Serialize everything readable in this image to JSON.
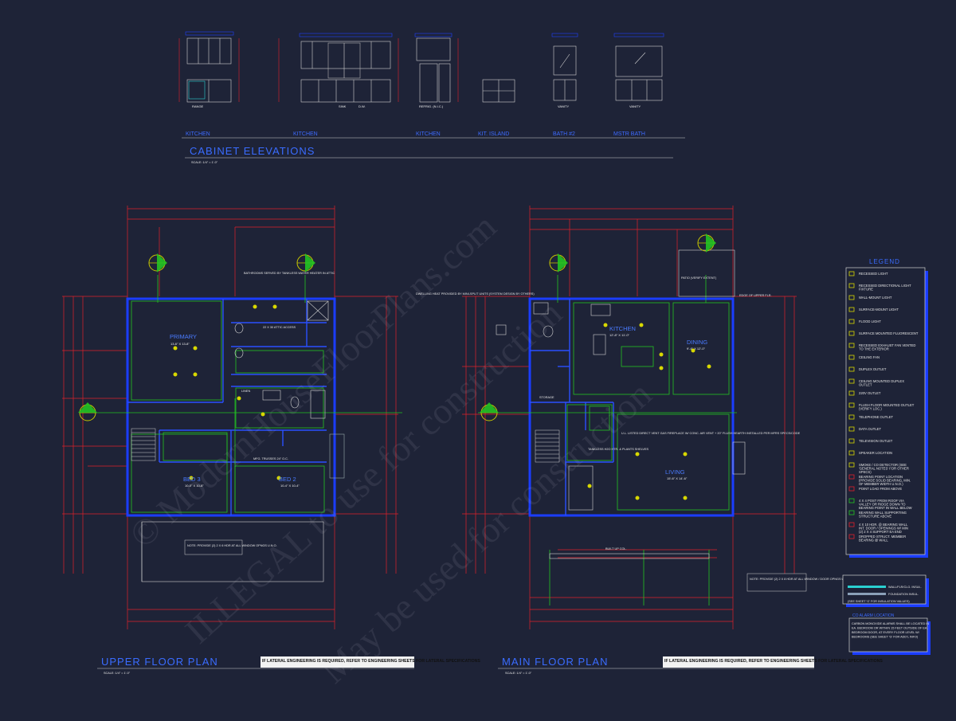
{
  "cabinet": {
    "title": "CABINET ELEVATIONS",
    "scale": "SCALE: 1/4\" = 1'-0\"",
    "labels": [
      "KITCHEN",
      "KITCHEN",
      "KITCHEN",
      "KIT. ISLAND",
      "BATH #2",
      "MSTR BATH"
    ],
    "captions": [
      "RANGE",
      "SINK",
      "D.W.",
      "REFRIG. (N.I.C.)",
      "VANITY",
      "VANITY"
    ]
  },
  "upper_plan": {
    "title": "UPPER FLOOR PLAN",
    "scale": "SCALE: 1/4\" = 1'-0\"",
    "note_lateral": "IF LATERAL ENGINEERING IS REQUIRED, REFER TO ENGINEERING SHEETS FOR LATERAL SPECIFICATIONS",
    "rooms": [
      {
        "name": "PRIMARY",
        "size": "13-6\" X 13-8\""
      },
      {
        "name": "BED 3",
        "size": "10-0\" X 10-8\""
      },
      {
        "name": "BED 2",
        "size": "10-4\" X 10-4\""
      }
    ],
    "annotations": [
      "BATHROOMS SERVED BY TANKLESS WATER HEATER IN ATTIC",
      "22 X 30 ATTIC ACCESS",
      "LINEN",
      "MFG. TRUSSES 24\" O.C.",
      "NOTE: PROVIDE (2) 2 X 6 HDR AT ALL WINDOW OPNGS U.N.O."
    ]
  },
  "main_plan": {
    "title": "MAIN FLOOR PLAN",
    "scale": "SCALE: 1/4\" = 1'-0\"",
    "note_lateral": "IF LATERAL ENGINEERING IS REQUIRED, REFER TO ENGINEERING SHEETS FOR LATERAL SPECIFICATIONS",
    "rooms": [
      {
        "name": "KITCHEN",
        "size": "12'-8\" X 11'-0\""
      },
      {
        "name": "DINING",
        "size": "9'-4\" X 12'-0\""
      },
      {
        "name": "LIVING",
        "size": "15'-6\" X 14'-6\""
      }
    ],
    "annotations": [
      "DWELLING HEAT PROVIDED BY MINI-SPLIT UNITS (SYSTEM DESIGN BY OTHERS)",
      "PATIO (VERIFY EXTENT)",
      "EDGE OF UPPER FLR.",
      "STORAGE",
      "TANKLESS H2O HTR. & PLANTS SHELVES",
      "U.L. LISTED DIRECT VENT GAS FIREPLACE W/ CONC. AIR VENT + 20\" FLUSH HEARTH INSTALLED PER MFRS SPECS/CODE",
      "BUILT UP COL.",
      "NOTE: PROVIDE (2) 2 X 8 HDR AT ALL WINDOW / DOOR OPNGS U.N.O."
    ]
  },
  "legend": {
    "title": "LEGEND",
    "items": [
      "RECESSED LIGHT",
      "RECESSED DIRECTIONAL LIGHT FIXTURE",
      "WALL-MOUNT LIGHT",
      "SURFACE-MOUNT LIGHT",
      "FLOOD LIGHT",
      "SURFACE MOUNTED FLUORESCENT",
      "RECESSED EXHAUST FAN VENTED TO THE EXTERIOR",
      "CEILING FAN",
      "DUPLEX OUTLET",
      "CEILING MOUNTED DUPLEX OUTLET",
      "220V OUTLET",
      "FLUSH FLOOR MOUNTED OUTLET (VERIFY LOC.)",
      "TELEPHONE OUTLET",
      "DATA OUTLET",
      "TELEVISION OUTLET",
      "SPEAKER LOCATION",
      "SMOKE / CO DETECTOR (SEE 'GENERAL NOTES' FOR OTHER SPECS)",
      "BEARING POINT LOCATION (PROVIDE SOLID BEARING, MIN. OF MEMBER WIDTH U.N.O.)",
      "POINT LOAD FROM ABOVE",
      "4 X 4 POST FROM ROOF VIA VALLEY OR RIDGE DOWN TO BEARING POINT IN WALL BELOW (MAX. OF 45' FROM VERT.)",
      "BEARING WALL SUPPORTING STRUCTURE ABOVE",
      "4 X 10 HDR. @ BEARING WALL INT. DOOR / OPENINGS W/ MIN (2) 2 X 4 SUPPORT EA END (U.N.O.)",
      "DROPPED STRUCT. MEMBER BEARING @ WALL"
    ]
  },
  "insulation": {
    "items": [
      "WALL/FLR/CLG. INSUL.",
      "FOUNDATION INSUL."
    ],
    "note": "(SEE SHEET 'G' FOR INSULATION VALUES)"
  },
  "co_note": {
    "title": "CO ALARM LOCATION",
    "text": "CARBON MONOXIDE ALARMS SHALL BE LOCATED IN EA. BEDROOM OR WITHIN 15 FEET OUTSIDE OF EA. BEDROOM DOOR, AT EVERY FLOOR LEVEL W/ BEDROOMS (SEE SHEET 'G' FOR ADD'L INFO)"
  },
  "watermark": [
    "© ModernHouseFloorPlans.com",
    "ILLEGAL to use for construction",
    "May be used for construction"
  ],
  "colors": {
    "background": "#1e2337",
    "wall": "#1b3dff",
    "dimension": "#e0202a",
    "annotation": "#22c322",
    "text_blue": "#3a6cff"
  }
}
